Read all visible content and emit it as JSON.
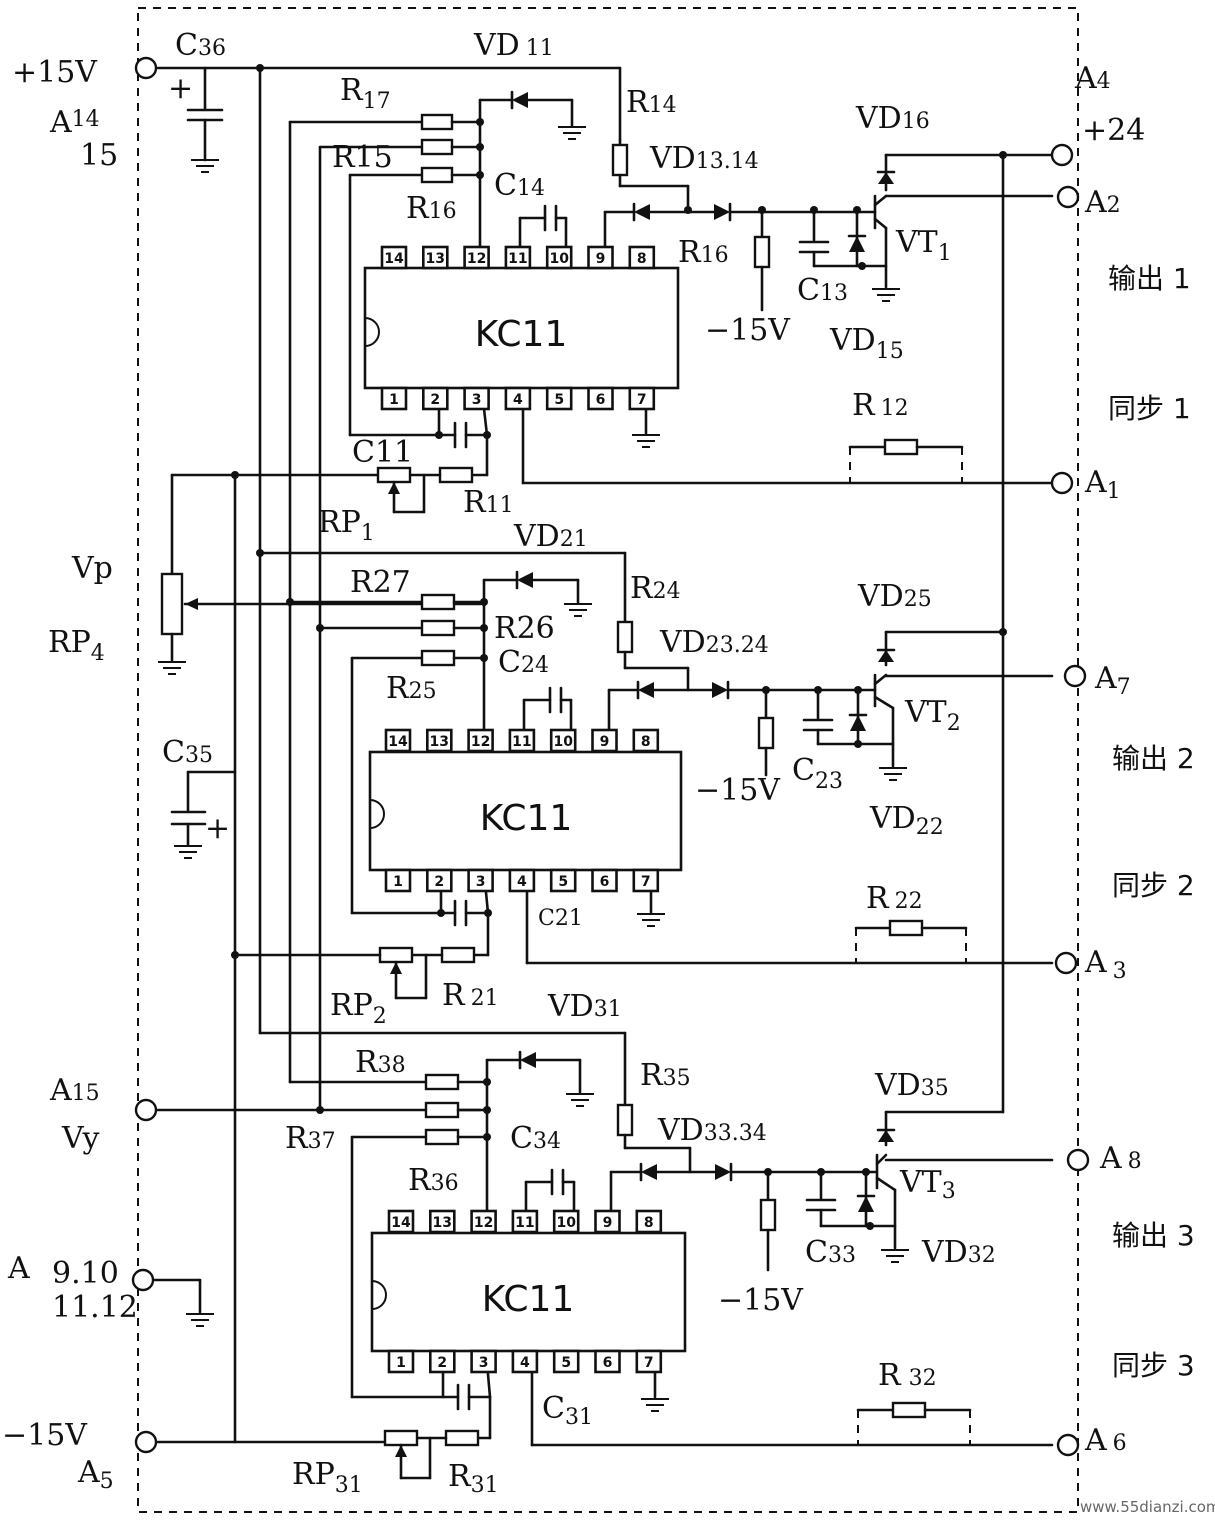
{
  "labels": {
    "plus15v": "+15V",
    "a14": "A",
    "a14_sub": "14",
    "fifteen": "15",
    "c36": "C",
    "c36_sub": "36",
    "plus": "+",
    "vd11": "VD",
    "vd11_sub": "11",
    "r17": "R",
    "r17_sub": "17",
    "r15": "R15",
    "r16a": "R",
    "r16a_sub": "16",
    "c14": "C",
    "c14_sub": "14",
    "r14": "R",
    "r14_sub": "14",
    "vd1314": "VD",
    "vd1314_sub": "13.14",
    "r16b": "R",
    "r16b_sub": "16",
    "vd16": "VD",
    "vd16_sub": "16",
    "vt1": "VT",
    "vt1_sub": "1",
    "c13": "C",
    "c13_sub": "13",
    "vd15": "VD",
    "vd15_sub": "15",
    "minus15v_1": "−15V",
    "a4": "A",
    "a4_sub": "4",
    "plus24": "+24",
    "a2": "A",
    "a2_sub": "2",
    "out1": "输出 1",
    "sync1": "同步 1",
    "r12": "R",
    "r12_sub": "12",
    "a1": "A",
    "a1_sub": "1",
    "c11": "C11",
    "rp1": "RP",
    "rp1_sub": "1",
    "r11": "R",
    "r11_sub": "11",
    "vp": "Vp",
    "rp4": "RP",
    "rp4_sub": "4",
    "vd21": "VD",
    "vd21_sub": "21",
    "r27": "R27",
    "r26": "R26",
    "r24": "R",
    "r24_sub": "24",
    "c24": "C",
    "c24_sub": "24",
    "r25": "R",
    "r25_sub": "25",
    "vd2324": "VD",
    "vd2324_sub": "23.24",
    "vd25": "VD",
    "vd25_sub": "25",
    "a7": "A",
    "a7_sub": "7",
    "vt2": "VT",
    "vt2_sub": "2",
    "minus15v_2": "−15V",
    "c23": "C",
    "c23_sub": "23",
    "vd22": "VD",
    "vd22_sub": "22",
    "out2": "输出 2",
    "c35": "C",
    "c35_sub": "35",
    "sync2": "同步 2",
    "c21": "C21",
    "r22": "R",
    "r22_sub": "22",
    "a3": "A",
    "a3_sub": "3",
    "rp2": "RP",
    "rp2_sub": "2",
    "r21": "R",
    "r21_sub": "21",
    "vd31": "VD",
    "vd31_sub": "31",
    "a15": "A",
    "a15_sub": "15",
    "vy": "Vy",
    "r38": "R",
    "r38_sub": "38",
    "r35": "R",
    "r35_sub": "35",
    "vd35": "VD",
    "vd35_sub": "35",
    "r37": "R",
    "r37_sub": "37",
    "c34": "C",
    "c34_sub": "34",
    "vd3334": "VD",
    "vd3334_sub": "33.34",
    "a8": "A",
    "a8_sub": "8",
    "vt3": "VT",
    "vt3_sub": "3",
    "r36": "R",
    "r36_sub": "36",
    "c33": "C",
    "c33_sub": "33",
    "vd32": "VD",
    "vd32_sub": "32",
    "out3": "输出 3",
    "a_ground": "A",
    "a910": "9.10",
    "a1112": "11.12",
    "minus15v_3": "−15V",
    "sync3": "同步 3",
    "r32": "R",
    "r32_sub": "32",
    "c31": "C",
    "c31_sub": "31",
    "minus15v_left": "−15V",
    "a5": "A",
    "a5_sub": "5",
    "rp31": "RP",
    "rp31_sub": "31",
    "r31": "R",
    "r31_sub": "31",
    "a6": "A",
    "a6_sub": "6",
    "watermark": "www.55dianzi.com"
  },
  "ic": {
    "name": "KC11",
    "top_pins": [
      "14",
      "13",
      "12",
      "11",
      "10",
      "9",
      "8"
    ],
    "bottom_pins": [
      "1",
      "2",
      "3",
      "4",
      "5",
      "6",
      "7"
    ]
  }
}
